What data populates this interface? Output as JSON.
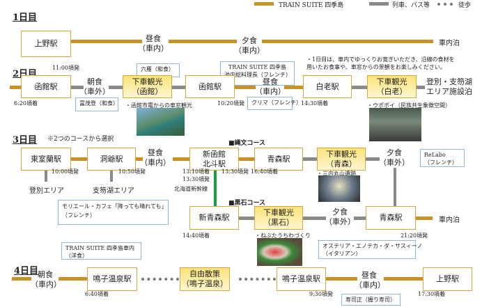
{
  "legend": {
    "train_suite": "TRAIN SUITE 四季島",
    "rail_bus": "列車、バス等",
    "walk": "徒歩",
    "colors": {
      "train_suite": "#c99224",
      "rail_bus": "#8a8a8a",
      "walk": "#777777",
      "shinkansen": "#1aa03a",
      "highlight": "#fce37a"
    }
  },
  "day1": {
    "title": "1日目",
    "station": "上野駅",
    "depart": "11:00頃発",
    "lunch": "昼食\n（車内）",
    "lunch_venue": "六雁（和食）",
    "dinner": "夕食\n（車内）",
    "dinner_venue": "TRAIN SUITE 四季島\n池内総料理長（フレンチ）",
    "stay": "車内泊",
    "note": "・1日目は、車内でゆっくりお寛ぎいただき、沿線の食材を\n用いたお食事や、車窓からの景観をお楽しみください。"
  },
  "day2": {
    "title": "2日目",
    "station1": "函館駅",
    "arrive1": "6:20頃着",
    "breakfast": "朝食\n（車外）",
    "breakfast_venue": "冨茂登（和食）",
    "sight1": "下車観光\n（函館）",
    "sight1_note": "・函館市電からの車窓観光",
    "station2": "函館駅",
    "depart2": "10:20頃発",
    "lunch": "昼食\n（車内）",
    "lunch_venue": "クリマ（フレンチ）",
    "station3": "白老駅",
    "arrive3": "14:30頃着",
    "sight2": "下車観光\n（白老）",
    "sight2_note": "・ウポポイ（民族共生象徴空間）",
    "stay": "登別・支笏湖\nエリア施設泊"
  },
  "day3": {
    "title": "3日目",
    "subtitle": "※2つのコースから選択",
    "station1": "東室蘭駅",
    "depart1": "10:00頃発",
    "area1": "登別エリア",
    "station2": "洞爺駅",
    "depart2": "10:50頃発",
    "area2": "支笏湖エリア",
    "lunch": "昼食\n（車内）",
    "lunch_venue": "モリエール・カフェ「降っても晴れても」\n（フレンチ）",
    "station3": "新函館\n北斗駅",
    "arrive3": "13:10頃着",
    "depart3": "13:30頃発",
    "shinkansen": "北海道新幹線",
    "course_a": {
      "title": "■縄文コース",
      "depart": "13:30頃発",
      "arrive": "16:40頃着",
      "station": "青森駅",
      "sight": "下車観光\n（青森）",
      "sight_note": "・三内丸山遺跡",
      "dinner": "夕食\n（車外）",
      "dinner_venue": "ReLabo\n（フレンチ）"
    },
    "course_b": {
      "title": "■黒石コース",
      "station": "新青森駅",
      "arrive": "14:40頃着",
      "sight": "下車観光\n（黒石）",
      "sight_note": "・ねぶたうちわづくり",
      "dinner": "夕食\n（車外）",
      "dinner_venue": "オステリア・エノテカ・ダ・サスィーノ\n（イタリアン）",
      "station2": "青森駅",
      "depart": "21:20頃発",
      "stay": "車内泊"
    }
  },
  "day4": {
    "title": "4日目",
    "breakfast": "朝食\n（車内）",
    "breakfast_venue": "TRAIN SUITE 四季島車内\n（洋食）",
    "station1": "鳴子温泉駅",
    "arrive1": "6:40頃着",
    "sight": "自由散策\n（鳴子温泉）",
    "station2": "鳴子温泉駅",
    "depart2": "9:30頃発",
    "lunch": "昼食\n（車内）",
    "lunch_venue": "寿司正（握り寿司）",
    "station3": "上野駅",
    "arrive3": "17:30頃着"
  }
}
